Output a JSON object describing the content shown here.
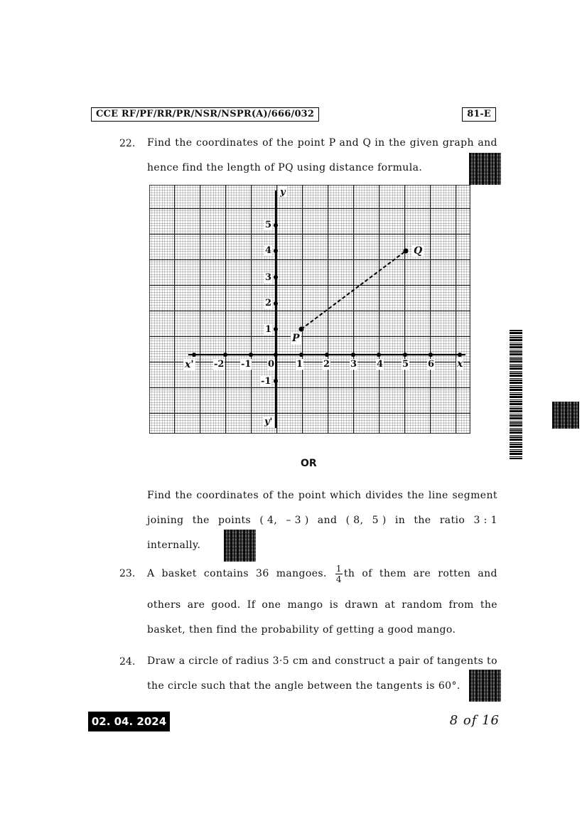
{
  "header": {
    "code": "CCE RF/PF/RR/PR/NSR/NSPR(A)/666/032",
    "paper": "81-E"
  },
  "q22": {
    "number": "22.",
    "line1": [
      "Find",
      "the",
      "coordinates",
      "of",
      "the",
      "point",
      "P and",
      "Q in",
      "the",
      "given",
      "graph",
      "and"
    ],
    "line2": "hence find the length of PQ using distance formula.",
    "graph": {
      "x_ticks": [
        "-2",
        "-1",
        "0",
        "1",
        "2",
        "3",
        "4",
        "5",
        "6"
      ],
      "y_ticks": [
        "5",
        "4",
        "3",
        "2",
        "1",
        "-1"
      ],
      "axis_labels": {
        "x": "x",
        "x_neg": "x'",
        "y": "y",
        "y_neg": "y'"
      },
      "points": [
        {
          "label": "P",
          "x": 1,
          "y": 1
        },
        {
          "label": "Q",
          "x": 5,
          "y": 4
        }
      ]
    },
    "or": "OR",
    "alt_line1": [
      "Find",
      "the",
      "coordinates",
      "of",
      "the",
      "point",
      "which",
      "divides",
      "the",
      "line",
      "segment"
    ],
    "alt_line2": [
      "joining",
      "the",
      "points",
      "( 4,",
      "– 3 )",
      "and",
      "( 8,",
      "5 )",
      "in",
      "the",
      "ratio",
      "3 : 1"
    ],
    "alt_line3": "internally."
  },
  "q23": {
    "number": "23.",
    "line1_pre": [
      "A",
      "basket",
      "contains",
      "36",
      "mangoes."
    ],
    "frac_num": "1",
    "frac_den": "4",
    "line1_post": [
      "th",
      "of",
      "them",
      "are",
      "rotten",
      "and"
    ],
    "line2": [
      "others",
      "are",
      "good.",
      "If",
      "one",
      "mango",
      "is",
      "drawn",
      "at",
      "random",
      "from",
      "the"
    ],
    "line3": "basket, then find the probability of getting a good mango."
  },
  "q24": {
    "number": "24.",
    "line1": [
      "Draw",
      "a",
      "circle",
      "of",
      "radius",
      "3·5",
      "cm",
      "and",
      "construct",
      "a",
      "pair",
      "of",
      "tangents",
      "to"
    ],
    "line2": "the circle such that the angle between the tangents is 60°."
  },
  "footer": {
    "date": "02. 04. 2024",
    "page": "8 of 16"
  }
}
